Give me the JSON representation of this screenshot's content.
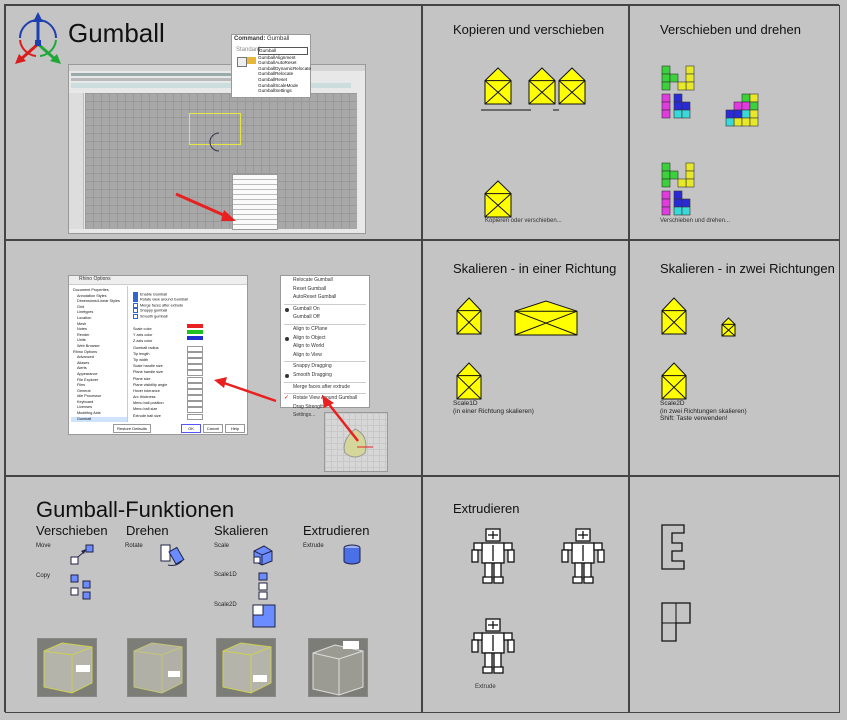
{
  "row1": {
    "gumball_title": "Gumball",
    "command_popup": {
      "label": "Command:",
      "value": "Gumball",
      "standard": "Standard",
      "options": [
        "Gumball",
        "GumballAlignment",
        "GumballAutoReset",
        "GumballDynamicRelocate",
        "GumballRelocate",
        "GumballReset",
        "GumballScaleMode",
        "GumballSettings"
      ]
    },
    "kopieren_title": "Kopieren und verschieben",
    "kopieren_caption": "Kopieren oder verschieben...",
    "verschieben_title": "Verschieben und drehen",
    "verschieben_caption": "Verschieben und drehen..."
  },
  "row2": {
    "options_title": "Rhino Options",
    "options_tree": [
      "Document Properties",
      "Annotation Styles",
      "Dimensions/Linear Styles",
      "Grid",
      "Linetypes",
      "Location",
      "Mesh",
      "Notes",
      "Render",
      "Units",
      "Web Browser",
      "Rhino Options",
      "Advanced",
      "Aliases",
      "Alerts",
      "Appearance",
      "File Explorer",
      "Files",
      "General",
      "Idle Processor",
      "Keyboard",
      "Licenses",
      "Modeling Aids",
      "Gumball"
    ],
    "options_checks": [
      "Enable Gumball",
      "Rotate view around Gumball",
      "Merge faces after extrude",
      "Snappy gumball",
      "Smooth gumball"
    ],
    "options_fields": [
      "Scale color",
      "Y axis color",
      "Z axis color",
      "Gumball radius",
      "Tip length",
      "Tip width",
      "Scale handle size",
      "Plane handle size",
      "Plane size",
      "Plane visibility angle",
      "Hover tolerance",
      "Arc thickness",
      "Menu ball position",
      "Menu ball size",
      "Extrude ball size"
    ],
    "options_buttons": {
      "restore": "Restore Defaults",
      "ok": "OK",
      "cancel": "Cancel",
      "help": "Help"
    },
    "context_menu": [
      {
        "label": "Relocate Gumball",
        "mark": ""
      },
      {
        "label": "Reset Gumball",
        "mark": ""
      },
      {
        "label": "AutoReset Gumball",
        "mark": ""
      },
      {
        "sep": true
      },
      {
        "label": "Gumball On",
        "mark": "dot"
      },
      {
        "label": "Gumball Off",
        "mark": ""
      },
      {
        "sep": true
      },
      {
        "label": "Align to CPlane",
        "mark": ""
      },
      {
        "label": "Align to Object",
        "mark": "dot"
      },
      {
        "label": "Align to World",
        "mark": ""
      },
      {
        "label": "Align to View",
        "mark": ""
      },
      {
        "sep": true
      },
      {
        "label": "Snappy Dragging",
        "mark": ""
      },
      {
        "label": "Smooth Dragging",
        "mark": "dot"
      },
      {
        "sep": true
      },
      {
        "label": "Merge faces after extrude",
        "mark": ""
      },
      {
        "sep": true
      },
      {
        "label": "Rotate View Around Gumball",
        "mark": "check"
      },
      {
        "label": "Drag Strength",
        "mark": ""
      },
      {
        "label": "Settings...",
        "mark": ""
      }
    ],
    "scale1_title": "Skalieren - in einer Richtung",
    "scale1_caption": [
      "Scale1D",
      "(in einer Richtung skalieren)"
    ],
    "scale2_title": "Skalieren - in zwei Richtungen",
    "scale2_caption": [
      "Scale2D",
      "(in zwei Richtungen skalieren)",
      "Shift: Taste verwenden!"
    ]
  },
  "row3": {
    "funktionen_title": "Gumball-Funktionen",
    "columns": {
      "verschieben": "Verschieben",
      "drehen": "Drehen",
      "skalieren": "Skalieren",
      "extrudieren": "Extrudieren"
    },
    "sub": {
      "move": "Move",
      "copy": "Copy",
      "rotate": "Rotate",
      "scale": "Scale",
      "scale1d": "Scale1D",
      "scale2d": "Scale2D",
      "extrude": "Extrude"
    },
    "extrudieren_title": "Extrudieren",
    "extrude_caption": "Extrude"
  },
  "colors": {
    "background": "#c4c4c4",
    "house_fill": "#ffff00",
    "accent_red": "#e82020",
    "axis_red": "#d91c1c",
    "axis_green": "#1fa836",
    "axis_blue": "#1e3fb0"
  }
}
